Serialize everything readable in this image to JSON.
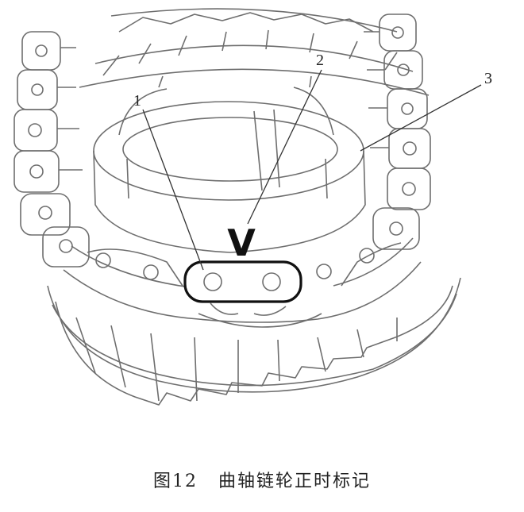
{
  "figure": {
    "callouts": [
      {
        "number": "1"
      },
      {
        "number": "2"
      },
      {
        "number": "3"
      }
    ],
    "timing_mark": "V",
    "line_color": "#6e6e6e",
    "mark_color": "#111111"
  },
  "caption": {
    "figure_number": "图12",
    "title": "曲轴链轮正时标记"
  }
}
